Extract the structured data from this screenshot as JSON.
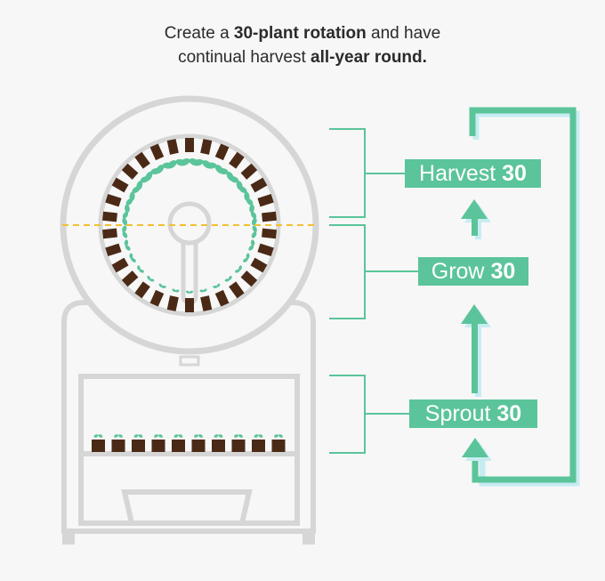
{
  "headline": {
    "line1_prefix": "Create a ",
    "line1_bold": "30-plant rotation",
    "line1_suffix": " and have",
    "line2_prefix": "continual harvest ",
    "line2_bold": "all-year round."
  },
  "stages": [
    {
      "label": "Harvest",
      "count": "30"
    },
    {
      "label": "Grow",
      "count": "30"
    },
    {
      "label": "Sprout",
      "count": "30"
    }
  ],
  "colors": {
    "accent": "#5bc49a",
    "accent_shadow": "#c6ecf2",
    "device_outline": "#d6d6d6",
    "divider": "#f2c033",
    "soil": "#4a2a17",
    "leaf": "#5bc49a",
    "text": "#2b2b2b",
    "background": "#f7f7f7"
  },
  "tray": {
    "pods": 10
  },
  "wheel": {
    "pods": 30
  }
}
